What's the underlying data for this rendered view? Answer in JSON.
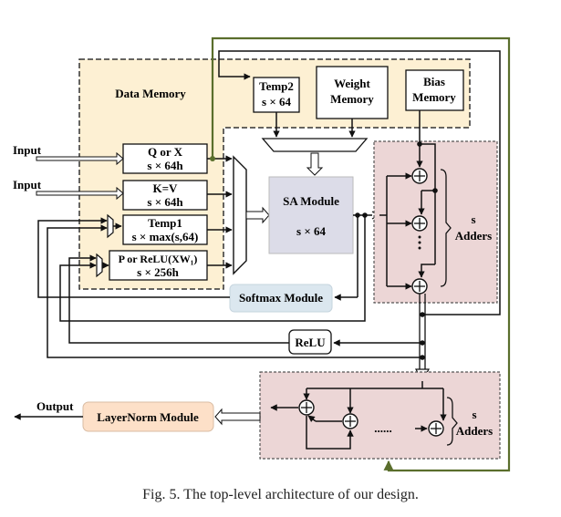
{
  "diagram": {
    "data_memory": "Data Memory",
    "temp2": [
      "Temp2",
      "s × 64"
    ],
    "weight_memory": [
      "Weight",
      "Memory"
    ],
    "bias_memory": [
      "Bias",
      "Memory"
    ],
    "q_or_x": [
      "Q or X",
      "s × 64h"
    ],
    "k_eq_v": [
      "K=V",
      "s × 64h"
    ],
    "temp1": [
      "Temp1",
      "s × max(s,64)"
    ],
    "p_or_relu": [
      "P or ReLU(XW₁)",
      "s × 256h"
    ],
    "input_1": "Input",
    "input_2": "Input",
    "sa_module": [
      "SA Module",
      "s × 64"
    ],
    "softmax_module": "Softmax Module",
    "relu": "ReLU",
    "adders_top": [
      "s",
      "Adders"
    ],
    "adders_bottom": [
      "s",
      "Adders"
    ],
    "dots_bottom": "......",
    "output": "Output",
    "layernorm_module": "LayerNorm Module",
    "colors": {
      "data_memory_fill": "#fdf0d3",
      "sa_module_fill": "#dcdce8",
      "adders_fill": "#ecd6d6",
      "softmax_fill": "#dbe7ef",
      "layernorm_fill": "#fde0c8",
      "feedback_line": "#5a6e2c"
    }
  },
  "caption": "Fig. 5.  The top-level architecture of our design."
}
